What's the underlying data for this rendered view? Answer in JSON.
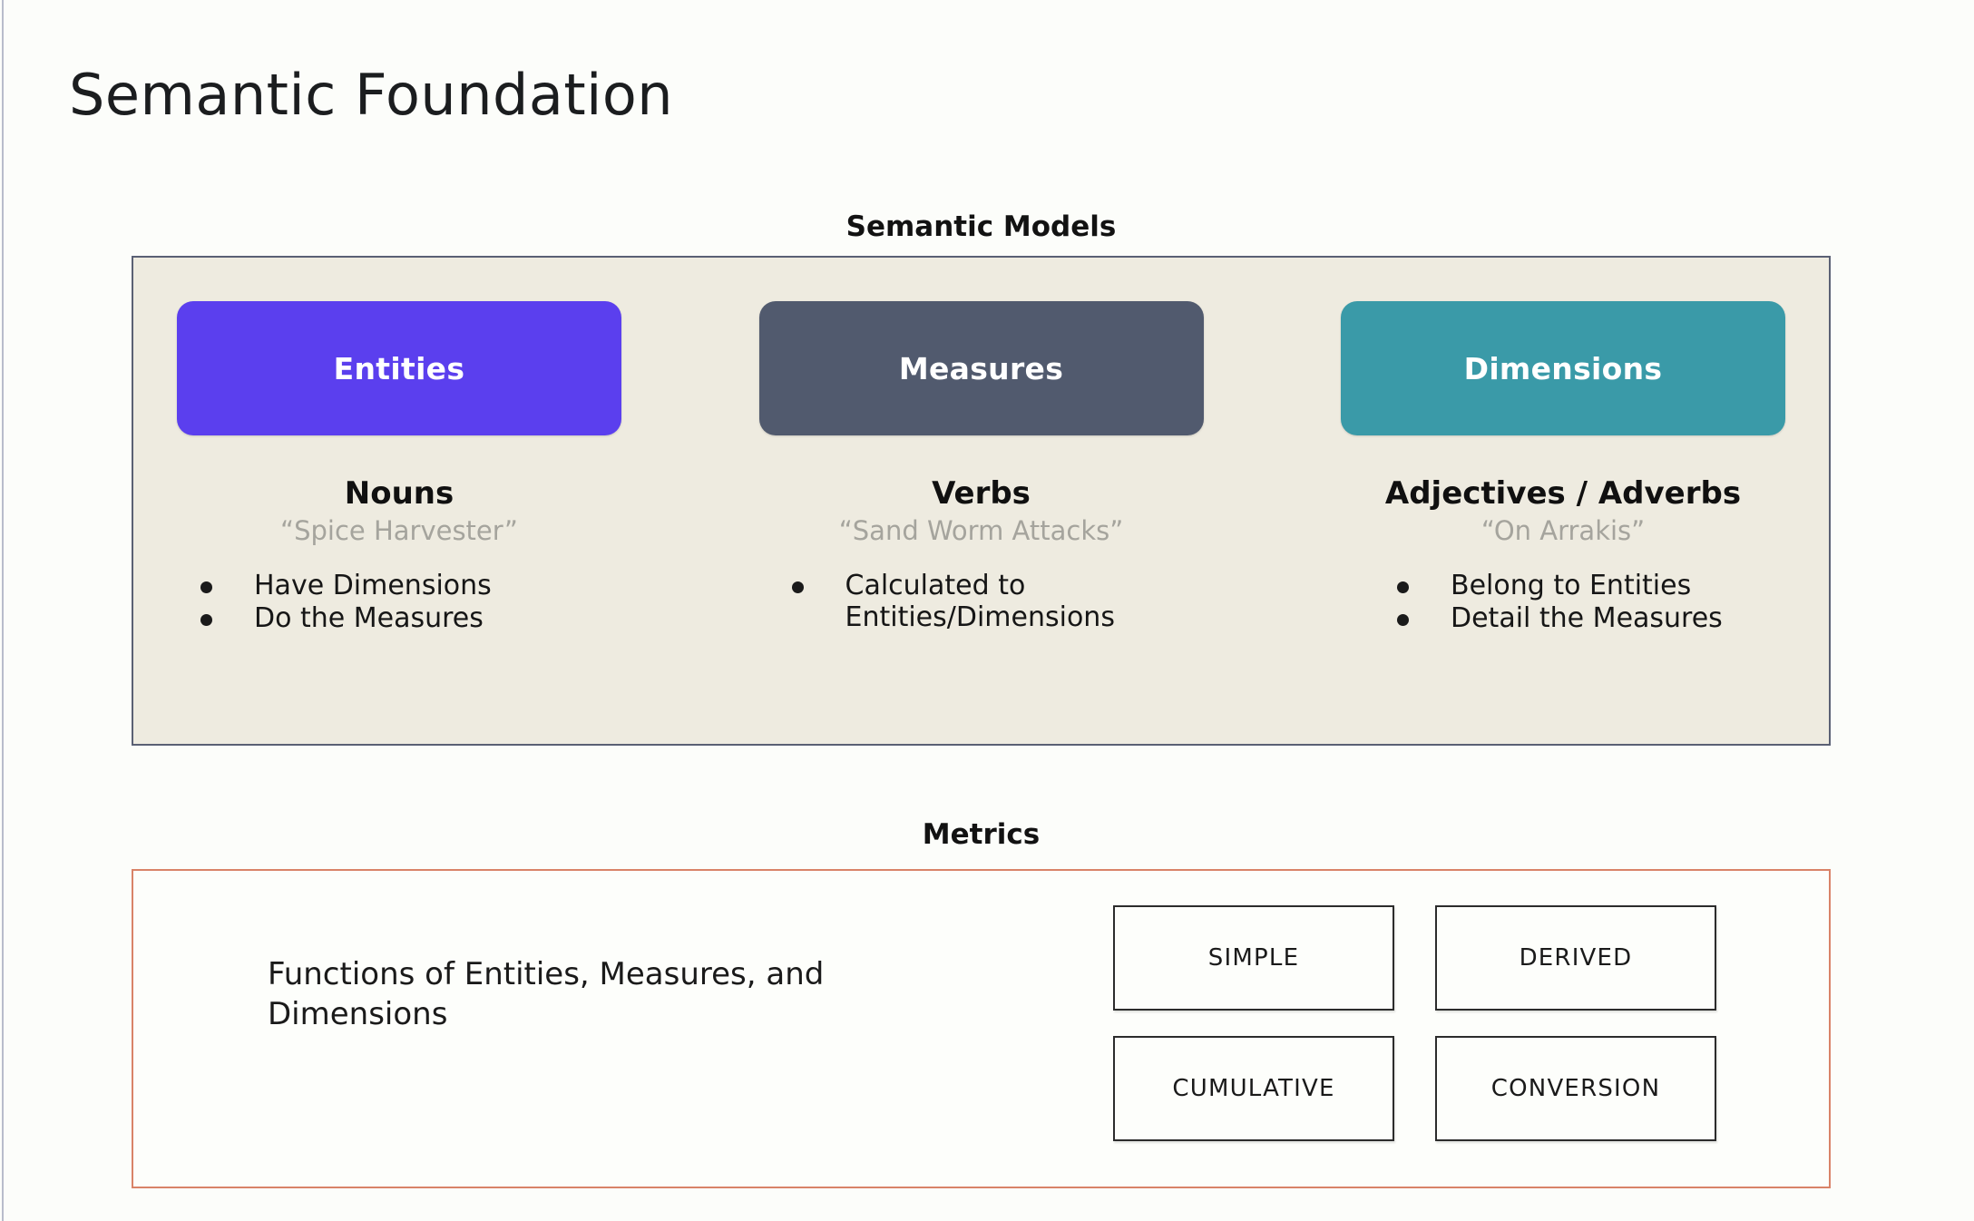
{
  "slide": {
    "title": "Semantic Foundation",
    "background_color": "#FCFDFA"
  },
  "semantic_models": {
    "heading": "Semantic Models",
    "panel_background": "#EEEBE0",
    "panel_border_color": "#5A6074",
    "columns": [
      {
        "pill_label": "Entities",
        "pill_color": "#5B3FEE",
        "part_of_speech": "Nouns",
        "example": "“Spice Harvester”",
        "bullets": [
          "Have Dimensions",
          "Do the Measures"
        ]
      },
      {
        "pill_label": "Measures",
        "pill_color": "#515A6E",
        "part_of_speech": "Verbs",
        "example": "“Sand Worm Attacks”",
        "bullets": [
          "Calculated to\nEntities/Dimensions"
        ]
      },
      {
        "pill_label": "Dimensions",
        "pill_color": "#3A9AA8",
        "part_of_speech": "Adjectives / Adverbs",
        "example": "“On Arrakis”",
        "bullets": [
          "Belong to Entities",
          "Detail the Measures"
        ]
      }
    ]
  },
  "metrics": {
    "heading": "Metrics",
    "panel_border_color": "#D98368",
    "description": "Functions of Entities, Measures, and Dimensions",
    "types": [
      "SIMPLE",
      "DERIVED",
      "CUMULATIVE",
      "CONVERSION"
    ]
  }
}
